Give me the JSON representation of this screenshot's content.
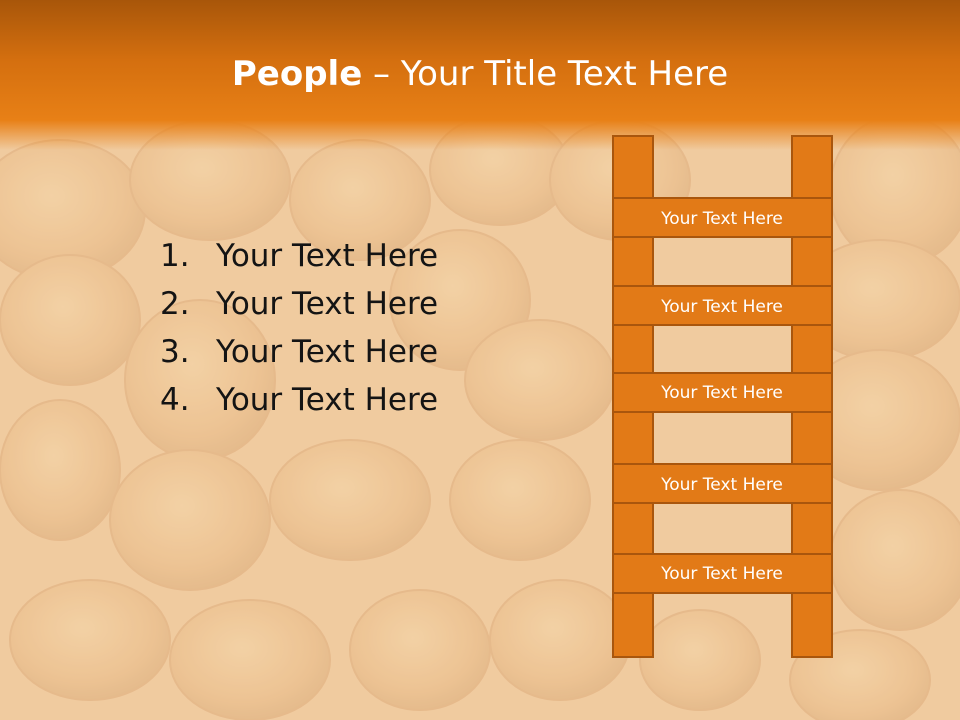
{
  "slide": {
    "title_bold": "People",
    "title_rest": " – Your Title Text Here",
    "list_items": [
      {
        "number": "1.",
        "text": "Your Text Here"
      },
      {
        "number": "2.",
        "text": "Your Text Here"
      },
      {
        "number": "3.",
        "text": "Your Text Here"
      },
      {
        "number": "4.",
        "text": "Your Text Here"
      }
    ],
    "ladder_rungs": [
      "Your Text Here",
      "Your Text Here",
      "Your Text Here",
      "Your Text Here",
      "Your Text Here"
    ]
  },
  "colors": {
    "orange": "#e07b14",
    "orange_dark": "#a05a0a",
    "ladder_fill": "#e27a17",
    "ladder_stroke": "#a9560d",
    "background_wash": "#f3d4a8"
  },
  "icons": {
    "background": "gingerbread-cookies-photo"
  }
}
